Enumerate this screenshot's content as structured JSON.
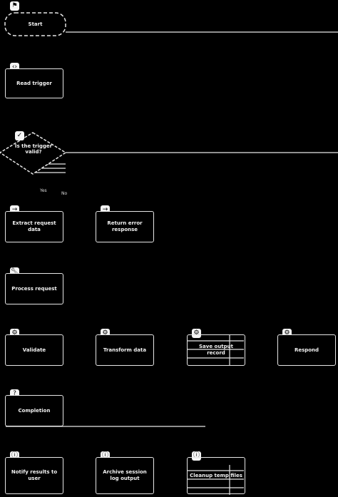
{
  "nodes": {
    "start": {
      "label": "Start",
      "icon": "flag-icon"
    },
    "n1": {
      "label": "Read trigger",
      "icon": "code-icon"
    },
    "decision": {
      "label": "Is the trigger valid?",
      "icon": "check-icon"
    },
    "edge_yes": "Yes",
    "edge_no": "No",
    "n2a": {
      "label": "Extract request data",
      "icon": "arrow-right-icon"
    },
    "n2b": {
      "label": "Return error response",
      "icon": "arrow-right-icon"
    },
    "n3": {
      "label": "Process request",
      "icon": "wrench-icon"
    },
    "row4": [
      {
        "label": "Validate",
        "icon": "gear-icon"
      },
      {
        "label": "Transform data",
        "icon": "gear-icon"
      },
      {
        "label": "Save output record",
        "icon": "gear-icon"
      },
      {
        "label": "Respond",
        "icon": "gear-icon"
      }
    ],
    "n5": {
      "label": "Completion",
      "icon": "lightbulb-icon"
    },
    "row6": [
      {
        "label": "Notify results to user",
        "icon": "info-icon"
      },
      {
        "label": "Archive session log output",
        "icon": "info-icon"
      },
      {
        "label": "Cleanup temp files",
        "icon": "info-icon"
      }
    ]
  }
}
